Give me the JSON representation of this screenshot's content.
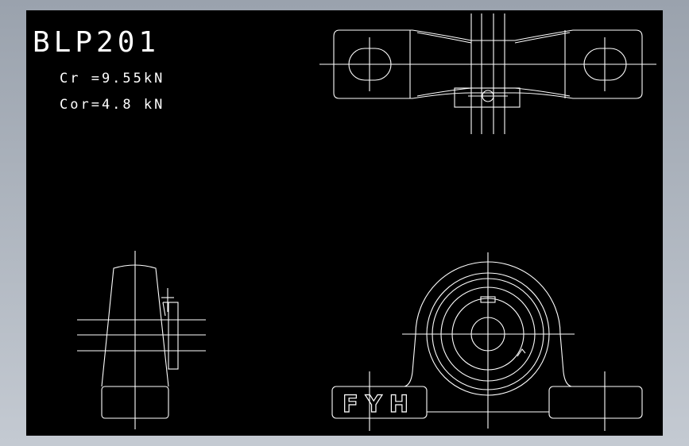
{
  "drawing": {
    "model": "BLP201",
    "dynamic_load": "Cr =9.55kN",
    "static_load": "Cor=4.8 kN",
    "brand": "FYH"
  },
  "colors": {
    "background": "#000000",
    "lines": "#ffffff",
    "frame": "#9aa2ad"
  }
}
